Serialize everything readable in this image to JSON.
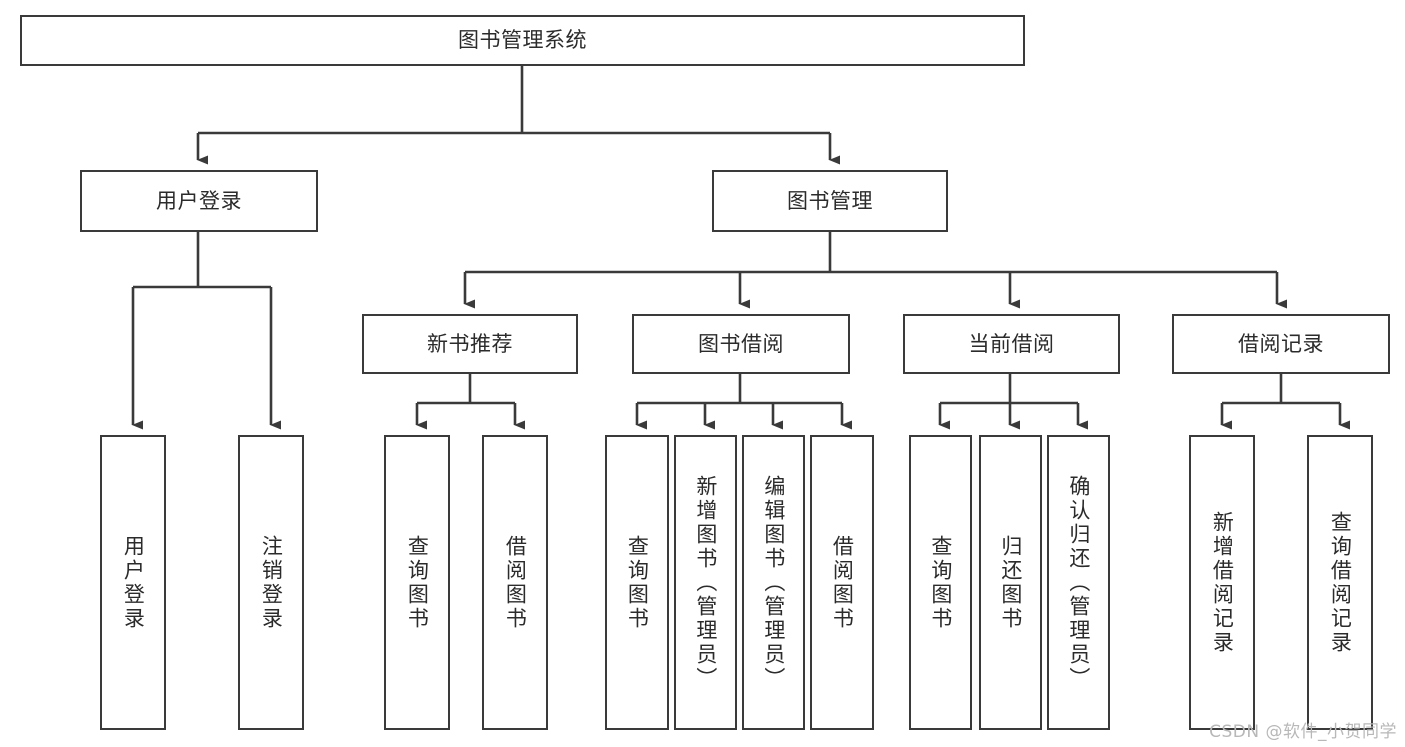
{
  "diagram": {
    "title": "图书管理系统",
    "type": "tree-hierarchy-chart",
    "watermark": "CSDN @软件_小贺同学",
    "colors": {
      "stroke": "#3a3a3a",
      "fill": "#ffffff",
      "text": "#2b2b2b",
      "watermark": "#b8b8b8"
    },
    "nodes": {
      "root": {
        "label": "图书管理系统"
      },
      "level2": [
        {
          "id": "user-login",
          "label": "用户登录"
        },
        {
          "id": "book-manage",
          "label": "图书管理"
        }
      ],
      "level3": [
        {
          "id": "new-book-recommend",
          "label": "新书推荐"
        },
        {
          "id": "book-borrow",
          "label": "图书借阅"
        },
        {
          "id": "current-borrow",
          "label": "当前借阅"
        },
        {
          "id": "borrow-record",
          "label": "借阅记录"
        }
      ],
      "leaves": [
        {
          "id": "leaf-user-login",
          "label": "用户登录"
        },
        {
          "id": "leaf-logout-login",
          "label": "注销登录"
        },
        {
          "id": "leaf-query-book-1",
          "label": "查询图书"
        },
        {
          "id": "leaf-borrow-book-1",
          "label": "借阅图书"
        },
        {
          "id": "leaf-query-book-2",
          "label": "查询图书"
        },
        {
          "id": "leaf-add-book",
          "label": "新增图书（管理员）"
        },
        {
          "id": "leaf-edit-book",
          "label": "编辑图书（管理员）"
        },
        {
          "id": "leaf-borrow-book-2",
          "label": "借阅图书"
        },
        {
          "id": "leaf-query-book-3",
          "label": "查询图书"
        },
        {
          "id": "leaf-return-book",
          "label": "归还图书"
        },
        {
          "id": "leaf-confirm-return",
          "label": "确认归还（管理员）"
        },
        {
          "id": "leaf-add-record",
          "label": "新增借阅记录"
        },
        {
          "id": "leaf-query-record",
          "label": "查询借阅记录"
        }
      ]
    },
    "edges": [
      {
        "from": "root",
        "to": "user-login"
      },
      {
        "from": "root",
        "to": "book-manage"
      },
      {
        "from": "user-login",
        "to": "leaf-user-login"
      },
      {
        "from": "user-login",
        "to": "leaf-logout-login"
      },
      {
        "from": "book-manage",
        "to": "new-book-recommend"
      },
      {
        "from": "book-manage",
        "to": "book-borrow"
      },
      {
        "from": "book-manage",
        "to": "current-borrow"
      },
      {
        "from": "book-manage",
        "to": "borrow-record"
      },
      {
        "from": "new-book-recommend",
        "to": "leaf-query-book-1"
      },
      {
        "from": "new-book-recommend",
        "to": "leaf-borrow-book-1"
      },
      {
        "from": "book-borrow",
        "to": "leaf-query-book-2"
      },
      {
        "from": "book-borrow",
        "to": "leaf-add-book"
      },
      {
        "from": "book-borrow",
        "to": "leaf-edit-book"
      },
      {
        "from": "book-borrow",
        "to": "leaf-borrow-book-2"
      },
      {
        "from": "current-borrow",
        "to": "leaf-query-book-3"
      },
      {
        "from": "current-borrow",
        "to": "leaf-return-book"
      },
      {
        "from": "current-borrow",
        "to": "leaf-confirm-return"
      },
      {
        "from": "borrow-record",
        "to": "leaf-add-record"
      },
      {
        "from": "borrow-record",
        "to": "leaf-query-record"
      }
    ]
  }
}
